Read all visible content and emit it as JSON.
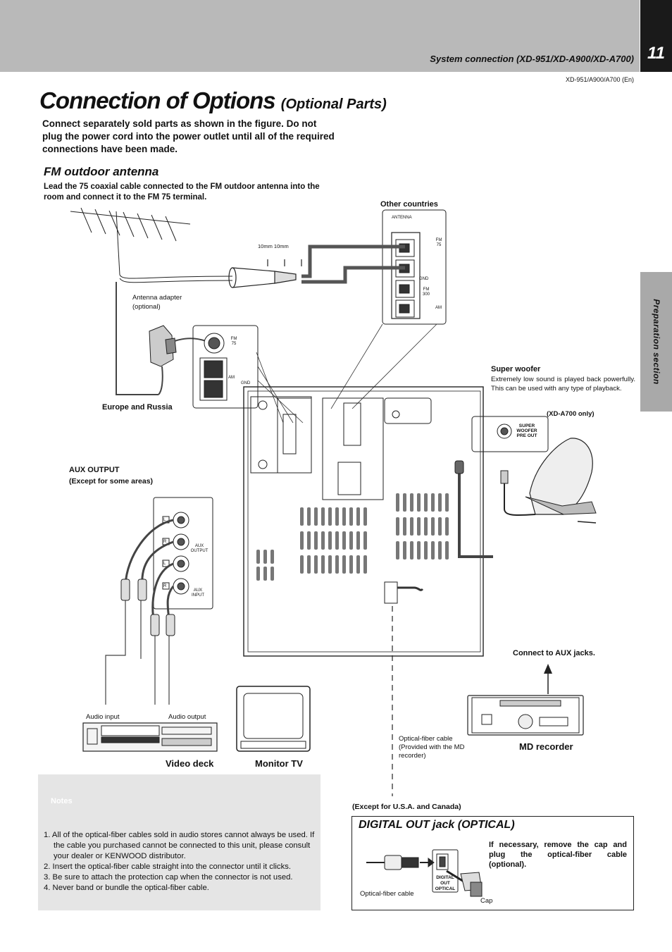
{
  "header": {
    "page_number": "11",
    "section_title": "System connection (XD-951/XD-A900/XD-A700)",
    "model_code": "XD-951/A900/A700 (En)",
    "side_tab": "Preparation section"
  },
  "title": {
    "main": "Connection of Options",
    "sub": "(Optional Parts)"
  },
  "intro": "Connect separately sold parts as shown in the figure. Do not plug the power cord into the power outlet until all of the required connections have been made.",
  "fm_antenna": {
    "heading": "FM outdoor antenna",
    "text": "Lead the 75    coaxial cable connected to the FM outdoor antenna into the room and connect it to the FM 75    terminal.",
    "cable_dims": "10mm 10mm",
    "adapter_label": "Antenna adapter (optional)",
    "europe_label": "Europe and Russia",
    "other_label": "Other countries",
    "panel_antenna": "ANTENNA",
    "panel_fm75": "FM 75",
    "panel_gnd": "GND",
    "panel_fm300": "FM 300",
    "panel_am": "AM"
  },
  "aux": {
    "heading": "AUX OUTPUT",
    "subheading": "(Except for some areas)",
    "aux_output": "AUX OUTPUT",
    "aux_input": "AUX INPUT",
    "left": "L",
    "right": "R"
  },
  "super_woofer": {
    "heading": "Super woofer",
    "text": "Extremely low sound is played back powerfully. This can be used with any type of playback.",
    "note": "(XD-A700 only)",
    "jack_label": "SUPER WOOFER PRE OUT"
  },
  "devices": {
    "video_deck": "Video deck",
    "monitor_tv": "Monitor TV",
    "audio_input": "Audio input",
    "audio_output": "Audio output",
    "md_recorder": "MD recorder",
    "connect_aux": "Connect to AUX jacks.",
    "optical_cable_note": "Optical-fiber cable (Provided with the MD recorder)"
  },
  "notes": {
    "badge": "Notes",
    "items": [
      "1. All of the optical-fiber cables sold in audio stores cannot always be used. If the cable you purchased cannot be connected to this unit, please consult your dealer or KENWOOD distributor.",
      "2. Insert the optical-fiber cable straight into the connector until it clicks.",
      "3. Be sure to attach the protection cap when the connector is not used.",
      "4. Never band or bundle the optical-fiber cable."
    ]
  },
  "digital_out": {
    "except_label": "(Except for U.S.A. and Canada)",
    "title": "DIGITAL OUT  jack (OPTICAL)",
    "text": "If necessary, remove the cap and plug the optical-fiber cable (optional).",
    "cable_label": "Optical-fiber cable",
    "cap_label": "Cap",
    "jack_label_1": "DIGITAL",
    "jack_label_2": "OUT",
    "jack_label_3": "OPTICAL"
  }
}
